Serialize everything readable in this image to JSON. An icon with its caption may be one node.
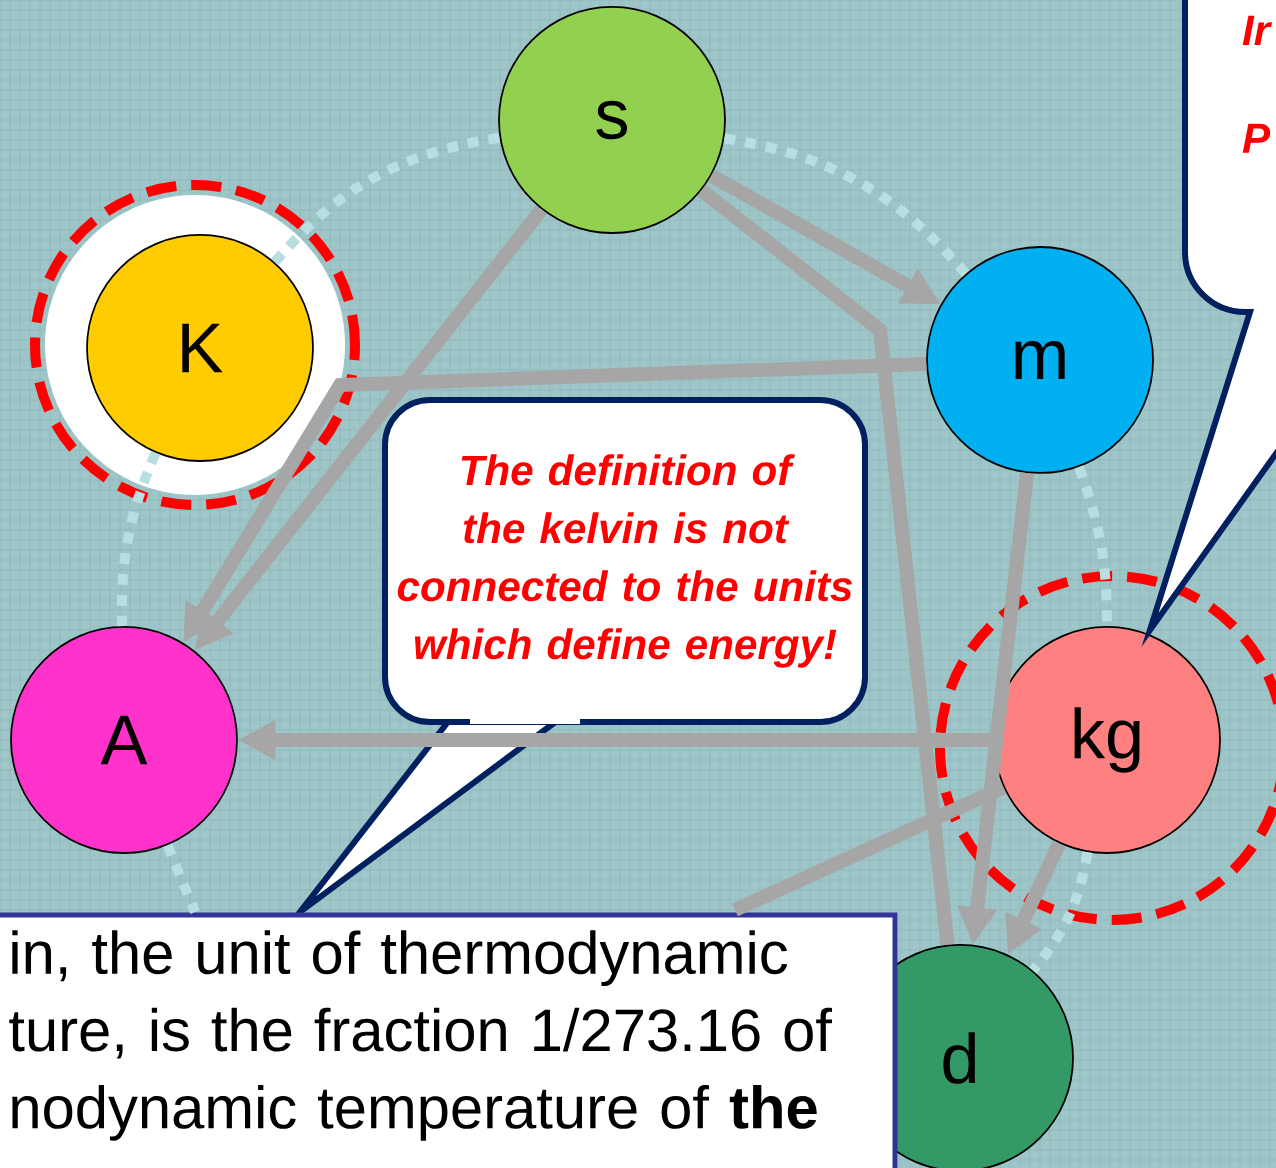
{
  "diagram": {
    "nodes": [
      {
        "text": [
          "s"
        ]
      },
      {
        "text": [
          "K"
        ]
      },
      {
        "text": [
          "m"
        ]
      },
      {
        "text": [
          "A"
        ]
      },
      {
        "text": [
          "kg"
        ]
      },
      {
        "text": [
          "d"
        ]
      },
      {
        "text": [
          "The definition of the kelvin is not connected to the units which define energy!"
        ]
      },
      {
        "text": [
          "Ir",
          "P"
        ]
      },
      {
        "text": [
          "in, the unit of thermodynamic ture, is the fraction 1/273.16 of nodynamic temperature of **the**"
        ]
      }
    ],
    "edges": [
      {
        "from": 0,
        "to": 2,
        "arrow": "to"
      },
      {
        "from": 0,
        "to": 3,
        "arrow": "to"
      },
      {
        "from": 0,
        "to": 5,
        "arrow": "none"
      },
      {
        "from": 2,
        "to": 3,
        "arrow": "to"
      },
      {
        "from": 4,
        "to": 3,
        "arrow": "to"
      },
      {
        "from": 2,
        "to": 5,
        "arrow": "to"
      },
      {
        "from": 4,
        "to": 5,
        "arrow": "to"
      },
      {
        "from": 4,
        "to": 8,
        "arrow": "none"
      },
      {
        "from": 1,
        "to": 0,
        "arrow": "none",
        "style": "dashed",
        "color": "#b7dfe2"
      },
      {
        "from": 0,
        "to": 2,
        "arrow": "none",
        "style": "dashed",
        "color": "#b7dfe2"
      },
      {
        "from": 2,
        "to": 4,
        "arrow": "none",
        "style": "dashed",
        "color": "#b7dfe2"
      },
      {
        "from": 1,
        "to": 3,
        "arrow": "none",
        "style": "dashed",
        "color": "#b7dfe2"
      },
      {
        "from": 4,
        "to": 5,
        "arrow": "none",
        "style": "dashed",
        "color": "#b7dfe2"
      },
      {
        "from": 3,
        "to": 8,
        "arrow": "none",
        "style": "dashed",
        "color": "#b7dfe2"
      }
    ]
  }
}
